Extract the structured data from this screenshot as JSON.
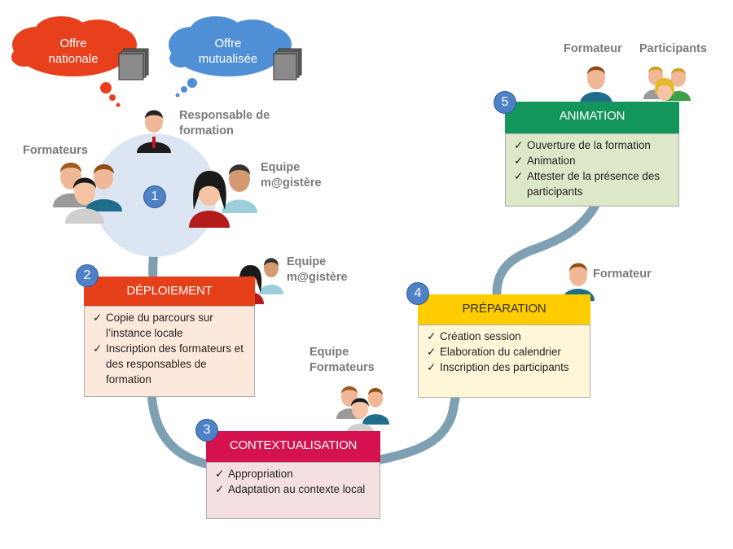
{
  "clouds": [
    {
      "line1": "Offre",
      "line2": "nationale",
      "color": "#e8401c"
    },
    {
      "line1": "Offre",
      "line2": "mutualisée",
      "color": "#4f8fd6"
    }
  ],
  "roles": {
    "responsable_line1": "Responsable de",
    "responsable_line2": "formation",
    "formateurs": "Formateurs",
    "equipe_magistere_line1": "Equipe",
    "equipe_magistere_line2": "m@gistère",
    "equipe_magistere2_line1": "Equipe",
    "equipe_magistere2_line2": "m@gistère",
    "equipe_formateurs_line1": "Equipe",
    "equipe_formateurs_line2": "Formateurs",
    "formateur_prep": "Formateur",
    "formateur_anim": "Formateur",
    "participants": "Participants"
  },
  "check_glyph": "✓",
  "steps": [
    {
      "number": "1"
    },
    {
      "number": "2",
      "title": "DÉPLOIEMENT",
      "head_color": "#e5401a",
      "body_color": "#fde9dc",
      "items": [
        "Copie du parcours sur l’instance locale",
        "Inscription des formateurs et des responsables de formation"
      ]
    },
    {
      "number": "3",
      "title": "CONTEXTUALISATION",
      "head_color": "#d5114f",
      "body_color": "#f4dfe1",
      "items": [
        "Appropriation",
        "Adaptation au contexte local"
      ]
    },
    {
      "number": "4",
      "title": "PRÉPARATION",
      "head_color": "#ffcc00",
      "body_color": "#fdf6d8",
      "items": [
        "Création session",
        "Elaboration du calendrier",
        "Inscription des participants"
      ]
    },
    {
      "number": "5",
      "title": "ANIMATION",
      "head_color": "#13955c",
      "body_color": "#dde8c8",
      "items": [
        "Ouverture de la formation",
        "Animation",
        "Attester de la présence des participants"
      ]
    }
  ],
  "path_color": "#7f9fb2",
  "hub_color": "#dce6f2"
}
